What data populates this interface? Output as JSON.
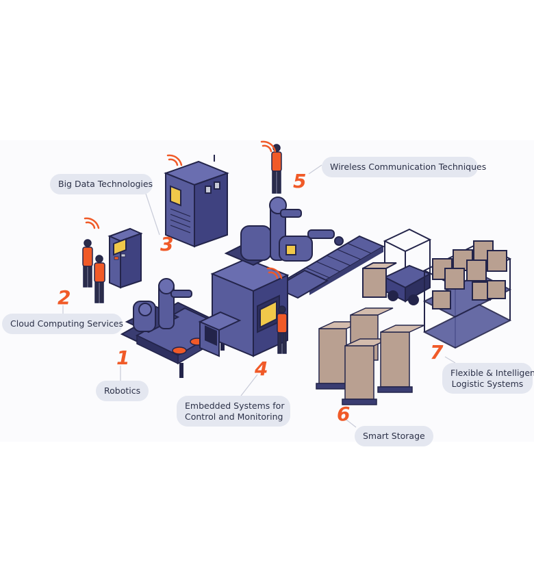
{
  "labels": {
    "robotics": {
      "number": "1",
      "text": "Robotics"
    },
    "cloud": {
      "number": "2",
      "text": "Cloud Computing Services"
    },
    "bigdata": {
      "number": "3",
      "text": "Big Data Technologies"
    },
    "embedded": {
      "number": "4",
      "line1": "Embedded Systems for",
      "line2": "Control and Monitoring"
    },
    "wireless": {
      "number": "5",
      "text": "Wireless Communication Techniques"
    },
    "storage": {
      "number": "6",
      "text": "Smart Storage"
    },
    "logistic": {
      "number": "7",
      "line1": "Flexible & Intelligent",
      "line2": "Logistic Systems"
    }
  },
  "colors": {
    "machine": "#585c9c",
    "machine_dark": "#3a3d72",
    "outline": "#23244a",
    "accent": "#f05a28",
    "box": "#b9a091",
    "pill_bg": "#e4e7f0"
  }
}
